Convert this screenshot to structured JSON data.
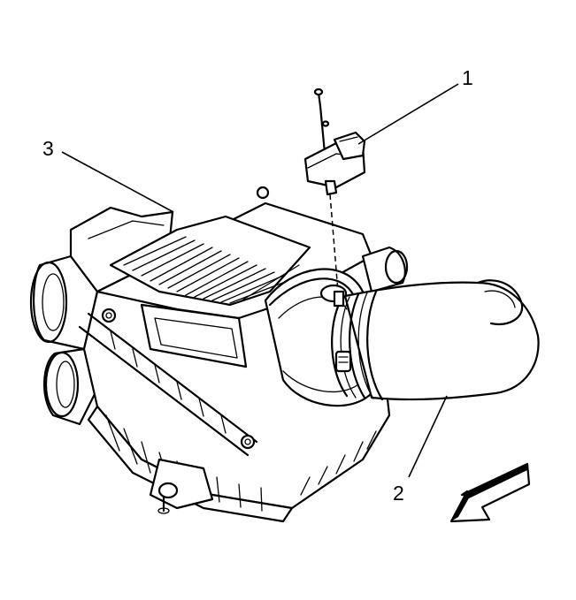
{
  "callouts": [
    {
      "id": "1",
      "label": "1"
    },
    {
      "id": "2",
      "label": "2"
    },
    {
      "id": "3",
      "label": "3"
    }
  ],
  "components": {
    "sensor": "mass-air-flow-sensor",
    "duct": "air-inlet-duct",
    "housing": "air-cleaner-housing",
    "arrow": "direction-arrow"
  }
}
